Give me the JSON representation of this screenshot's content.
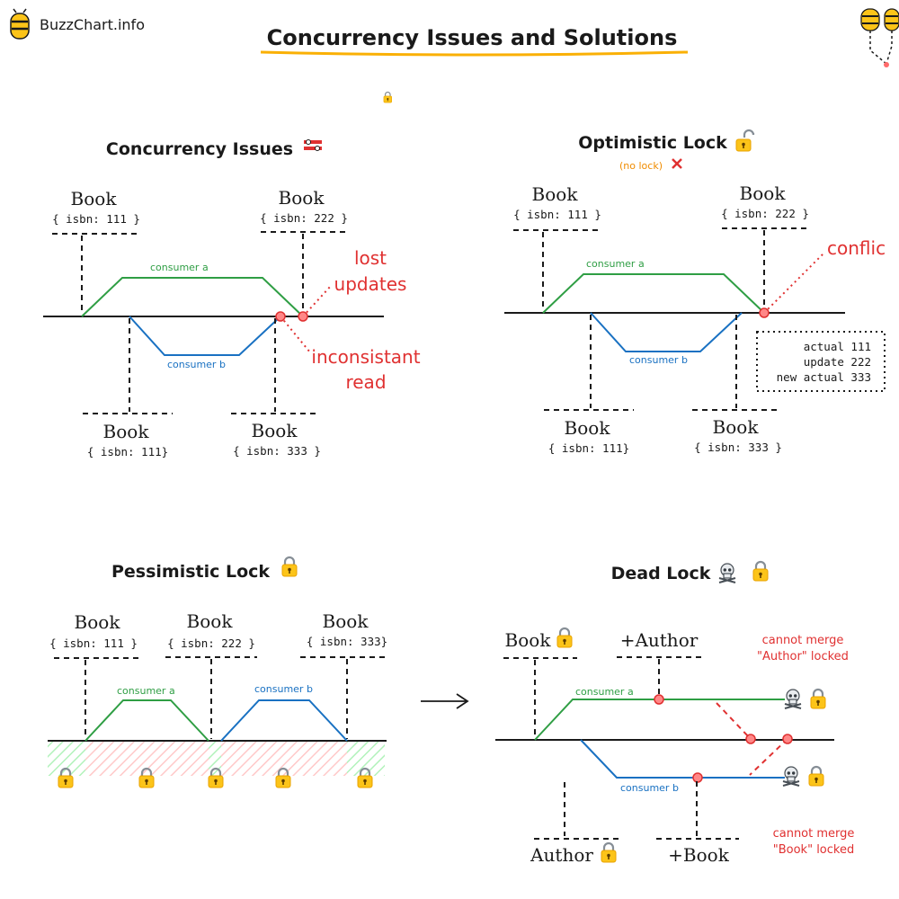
{
  "header": {
    "logo_text": "BuzzChart.info",
    "title": "Concurrency Issues and Solutions"
  },
  "colors": {
    "consumer_a": "#2f9e44",
    "consumer_b": "#1971c2",
    "alert": "#e03131",
    "title_underline": "#fab005"
  },
  "issues": {
    "title": "Concurrency Issues",
    "book_tl": "Book",
    "isbn_tl": "{ isbn: 111 }",
    "book_tr": "Book",
    "isbn_tr": "{ isbn: 222 }",
    "book_bl": "Book",
    "isbn_bl": "{ isbn: 111}",
    "book_br": "Book",
    "isbn_br": "{ isbn: 333 }",
    "consumer_a": "consumer a",
    "consumer_b": "consumer b",
    "lost_1": "lost",
    "lost_2": "updates",
    "incons_1": "inconsistant",
    "incons_2": "read"
  },
  "optimistic": {
    "title": "Optimistic Lock",
    "subtitle": "(no lock)",
    "book_tl": "Book",
    "isbn_tl": "{ isbn: 111 }",
    "book_tr": "Book",
    "isbn_tr": "{ isbn: 222 }",
    "book_bl": "Book",
    "isbn_bl": "{ isbn: 111}",
    "book_br": "Book",
    "isbn_br": "{ isbn: 333 }",
    "consumer_a": "consumer a",
    "consumer_b": "consumer b",
    "conflict": "conflic",
    "box_line1": "actual 111",
    "box_line2": "update 222",
    "box_line3": "new actual 333"
  },
  "pessimistic": {
    "title": "Pessimistic Lock",
    "book_1": "Book",
    "isbn_1": "{ isbn: 111 }",
    "book_2": "Book",
    "isbn_2": "{ isbn: 222 }",
    "book_3": "Book",
    "isbn_3": "{ isbn: 333}",
    "consumer_a": "consumer a",
    "consumer_b": "consumer b"
  },
  "deadlock": {
    "title": "Dead Lock",
    "book_top": "Book",
    "author_top": "+Author",
    "author_bottom": "Author",
    "book_bottom": "+Book",
    "consumer_a": "consumer a",
    "consumer_b": "consumer b",
    "msg_top_1": "cannot merge",
    "msg_top_2": "\"Author\" locked",
    "msg_bottom_1": "cannot merge",
    "msg_bottom_2": "\"Book\" locked"
  },
  "icons": [
    "bee-logo-icon",
    "bees-mascot-icon",
    "hammer-icon",
    "lock-icon",
    "unlock-icon",
    "cross-icon",
    "skull-icon",
    "arrow-right-icon"
  ]
}
